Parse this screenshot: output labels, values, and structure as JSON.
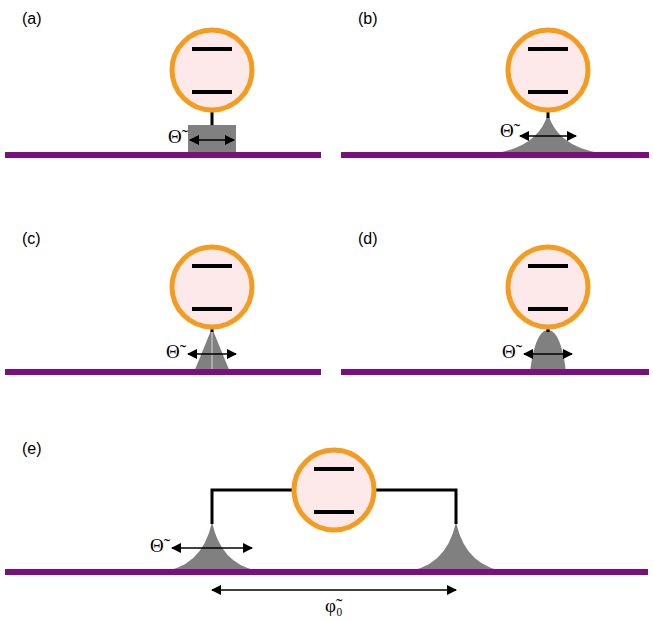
{
  "diagram": {
    "labels": [
      "(a)",
      "Θ̃",
      "(b)",
      "Θ̃",
      "(c)",
      "Θ̃",
      "(d)",
      "Θ̃",
      "(e)",
      "Θ̃",
      "φ̃₀"
    ]
  }
}
